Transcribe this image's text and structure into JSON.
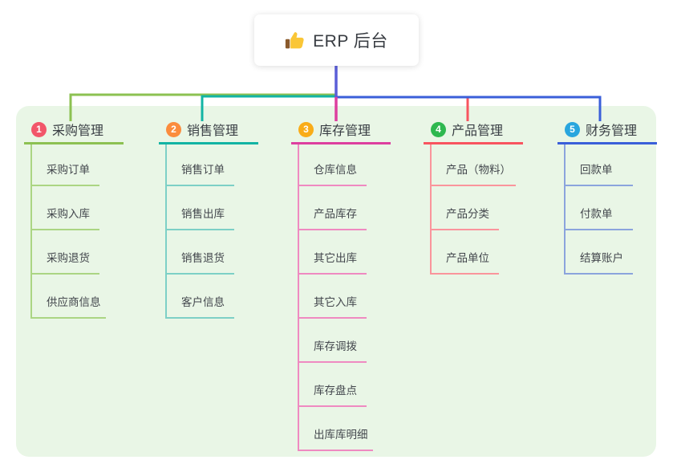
{
  "root": {
    "label": "ERP 后台",
    "icon": "thumbs-up-icon"
  },
  "connector": {
    "root_drop_color": "#5a5ed8"
  },
  "colors": {
    "canvas_bg": "#ffffff",
    "panel_bg": "#e9f6e6",
    "header_text": "#393e44",
    "item_text": "#43474d",
    "root_text": "#383c42"
  },
  "branches": [
    {
      "number": "1",
      "label": "采购管理",
      "color": "#8cc152",
      "color_light": "#abd583",
      "badge_color": "#f2566a",
      "items": [
        "采购订单",
        "采购入库",
        "采购退货",
        "供应商信息"
      ]
    },
    {
      "number": "2",
      "label": "销售管理",
      "color": "#12b4a4",
      "color_light": "#7dd0c6",
      "badge_color": "#fb8c3d",
      "items": [
        "销售订单",
        "销售出库",
        "销售退货",
        "客户信息"
      ]
    },
    {
      "number": "3",
      "label": "库存管理",
      "color": "#dd3f9f",
      "color_light": "#ef8ac1",
      "badge_color": "#f9ac18",
      "items": [
        "仓库信息",
        "产品库存",
        "其它出库",
        "其它入库",
        "库存调拨",
        "库存盘点",
        "出库库明细"
      ]
    },
    {
      "number": "4",
      "label": "产品管理",
      "color": "#f8545f",
      "color_light": "#fa959c",
      "badge_color": "#2eb84f",
      "items": [
        "产品（物料）",
        "产品分类",
        "产品单位"
      ]
    },
    {
      "number": "5",
      "label": "财务管理",
      "color": "#3a5fd9",
      "color_light": "#8ba4dd",
      "badge_color": "#29a6de",
      "items": [
        "回款单",
        "付款单",
        "结算账户"
      ]
    }
  ]
}
